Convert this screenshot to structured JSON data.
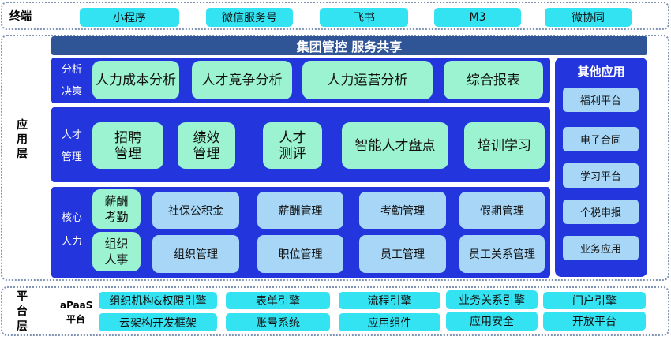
{
  "terminal": {
    "label": "终端",
    "items": [
      "小程序",
      "微信服务号",
      "飞书",
      "M3",
      "微协同"
    ]
  },
  "app_layer": {
    "label": "应用层",
    "header": "集团管控 服务共享",
    "analysis": {
      "label": "分析决策",
      "items": [
        "人力成本分析",
        "人才竞争分析",
        "人力运营分析",
        "综合报表"
      ]
    },
    "talent": {
      "label": "人才管理",
      "items": [
        "招聘管理",
        "绩效管理",
        "人才测评",
        "智能人才盘点",
        "培训学习"
      ]
    },
    "core": {
      "label": "核心人力",
      "groups": [
        "薪酬考勤",
        "组织人事"
      ],
      "row1": [
        "社保公积金",
        "薪酬管理",
        "考勤管理",
        "假期管理"
      ],
      "row2": [
        "组织管理",
        "职位管理",
        "员工管理",
        "员工关系管理"
      ]
    },
    "other": {
      "title": "其他应用",
      "items": [
        "福利平台",
        "电子合同",
        "学习平台",
        "个税申报",
        "业务应用"
      ]
    }
  },
  "platform": {
    "label": "平台层",
    "sub_label": "aPaaS平台",
    "row1": [
      "组织机构&权限引擎",
      "表单引擎",
      "流程引擎",
      "业务关系引擎",
      "门户引擎"
    ],
    "row2": [
      "云架构开发框架",
      "账号系统",
      "应用组件",
      "应用安全",
      "开放平台"
    ]
  }
}
